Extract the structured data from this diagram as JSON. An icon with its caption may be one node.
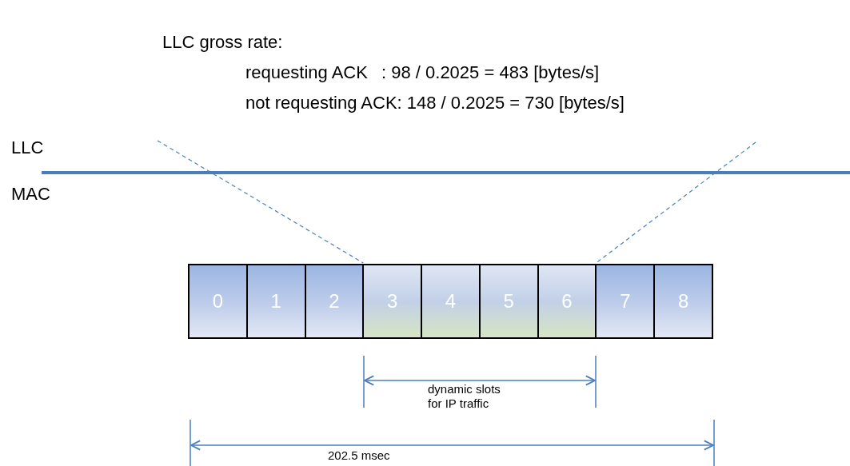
{
  "diagram": {
    "nodes": [
      {
        "text": [
          "0"
        ]
      },
      {
        "text": [
          "1"
        ]
      },
      {
        "text": [
          "2"
        ]
      },
      {
        "text": [
          "3"
        ]
      },
      {
        "text": [
          "4"
        ]
      },
      {
        "text": [
          "5"
        ]
      },
      {
        "text": [
          "6"
        ]
      },
      {
        "text": [
          "7"
        ]
      },
      {
        "text": [
          "8"
        ]
      }
    ],
    "edges": [
      {
        "from": null,
        "to": 3,
        "arrow": "none",
        "style": "dashed"
      },
      {
        "from": null,
        "to": 7,
        "arrow": "none",
        "style": "dashed"
      }
    ],
    "labels": [
      "LLC gross rate:",
      "requesting ACK",
      ": 98 / 0.2025 = 483 [bytes/s]",
      "not requesting ACK: 148 / 0.2025 = 730 [bytes/s]",
      "LLC",
      "MAC",
      "dynamic slots for IP traffic",
      "202.5 msec"
    ]
  }
}
